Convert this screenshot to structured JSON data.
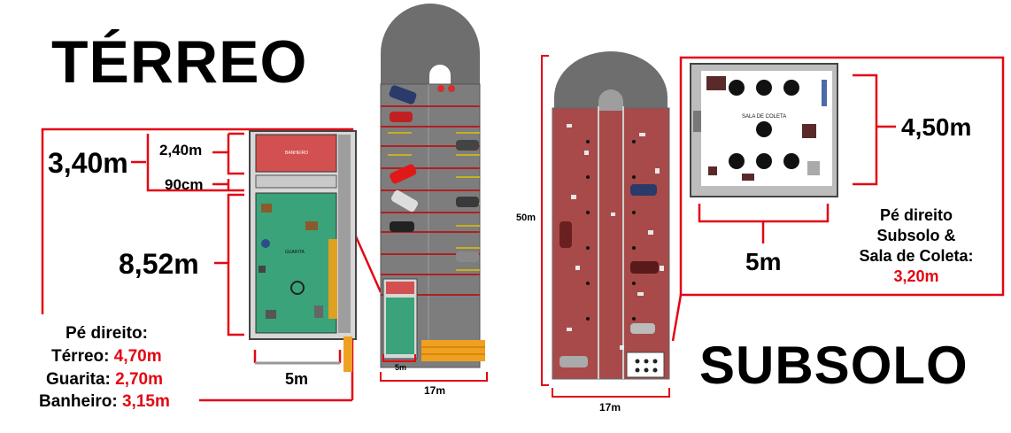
{
  "titles": {
    "terreo": "TÉRREO",
    "subsolo": "SUBSOLO"
  },
  "terreo_plan": {
    "dim_total_height": "3,40m",
    "dim_banheiro": "2,40m",
    "dim_corridor": "90cm",
    "dim_guarita": "8,52m",
    "dim_width": "5m",
    "room_banheiro": "BANHEIRO",
    "room_guarita": "GUARITA"
  },
  "ceiling_terreo": {
    "heading": "Pé direito:",
    "rows": [
      {
        "label": "Térreo:",
        "value": "4,70m"
      },
      {
        "label": "Guarita:",
        "value": "2,70m"
      },
      {
        "label": "Banheiro:",
        "value": "3,15m"
      }
    ]
  },
  "site_terreo": {
    "dim_small": "5m",
    "dim_width": "17m"
  },
  "site_subsolo": {
    "dim_length": "50m",
    "dim_width": "17m"
  },
  "sala_coleta": {
    "room_label": "SALA DE COLETA",
    "dim_depth": "4,50m",
    "dim_width": "5m"
  },
  "ceiling_subsolo": {
    "line1": "Pé direito",
    "line2": "Subsolo &",
    "line3": "Sala de Coleta:",
    "value": "3,20m"
  },
  "colors": {
    "accent_red": "#e30613",
    "floor_green": "#3aa37a",
    "floor_red": "#a84a4a",
    "asphalt": "#808080"
  }
}
